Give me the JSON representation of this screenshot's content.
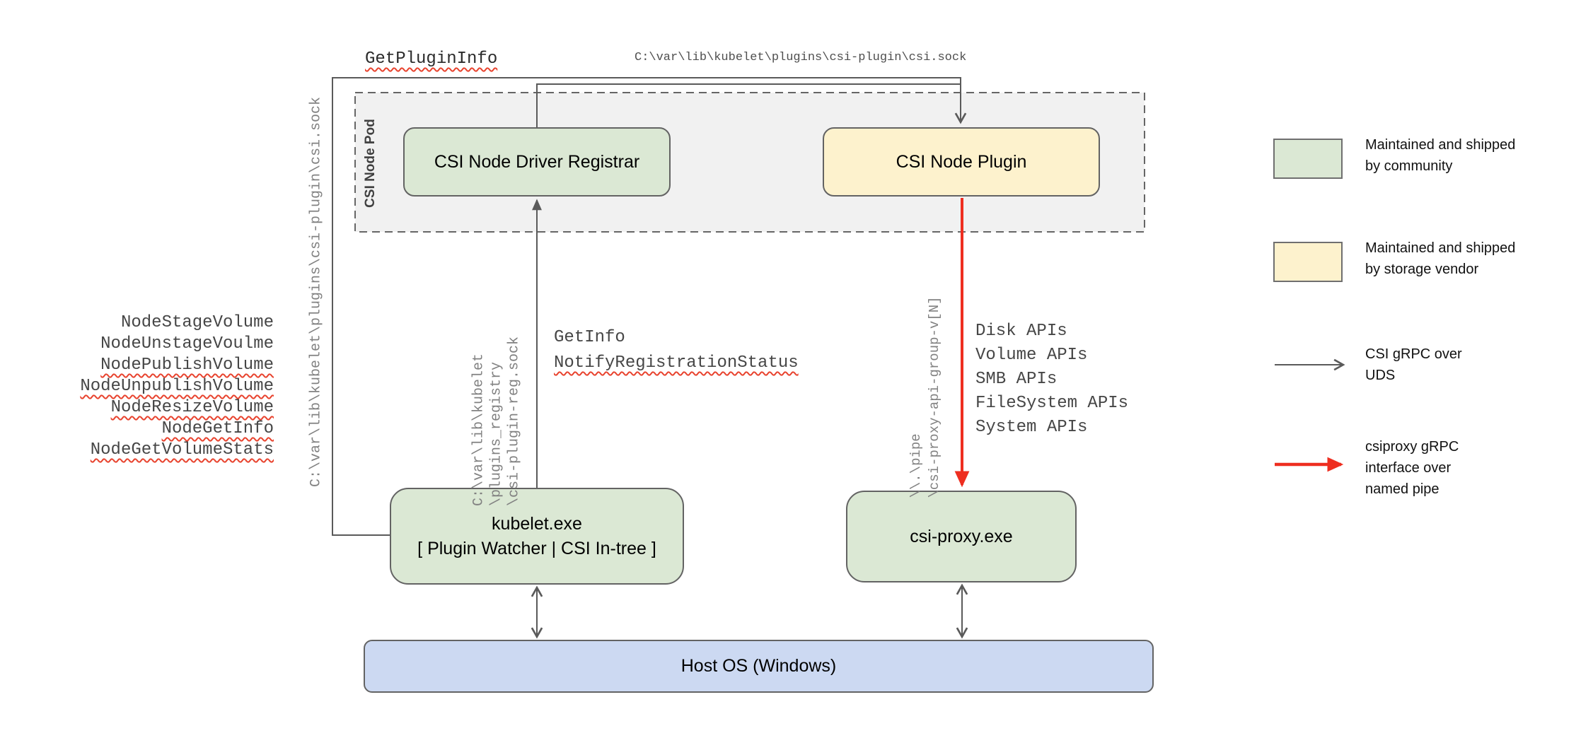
{
  "diagram": {
    "top_labels": {
      "get_plugin_info": "GetPluginInfo",
      "csi_sock_path": "C:\\var\\lib\\kubelet\\plugins\\csi-plugin\\csi.sock"
    },
    "pod": {
      "label": "CSI Node Pod"
    },
    "boxes": {
      "registrar": "CSI Node Driver Registrar",
      "plugin": "CSI Node Plugin",
      "kubelet": "kubelet.exe\n[ Plugin Watcher | CSI In-tree ]",
      "csi_proxy": "csi-proxy.exe",
      "host_os": "Host OS (Windows)"
    },
    "left_vertical_path": "C:\\var\\lib\\kubelet\\plugins\\csi-plugin\\csi.sock",
    "registry_vertical_path": "C:\\var\\lib\\kubelet\n\\plugins_registry\n\\csi-plugin-reg.sock",
    "pipe_vertical_path": "\\\\.\\pipe\n\\csi-proxy-api-group-v[N]",
    "node_methods": [
      "NodeStageVolume",
      "NodeUnstageVoulme",
      "NodePublishVolume",
      "NodeUnpublishVolume",
      "NodeResizeVolume",
      "NodeGetInfo",
      "NodeGetVolumeStats"
    ],
    "registration_methods": [
      "GetInfo",
      "NotifyRegistrationStatus"
    ],
    "proxy_apis": [
      "Disk APIs",
      "Volume APIs",
      "SMB APIs",
      "FileSystem APIs",
      "System APIs"
    ],
    "legend": {
      "community": "Maintained and shipped\nby community",
      "vendor": "Maintained and shipped\nby storage vendor",
      "uds": "CSI gRPC over\nUDS",
      "named_pipe": "csiproxy gRPC\ninterface over\nnamed pipe"
    },
    "colors": {
      "community_green": "#dbe8d4",
      "vendor_yellow": "#fdf2cd",
      "host_blue": "#ccd9f2",
      "pod_fill_gray": "#f1f1f1",
      "connector_gray": "#5a5a5a",
      "named_pipe_red": "#ee2e20",
      "squiggle_red": "#e8432e"
    }
  }
}
